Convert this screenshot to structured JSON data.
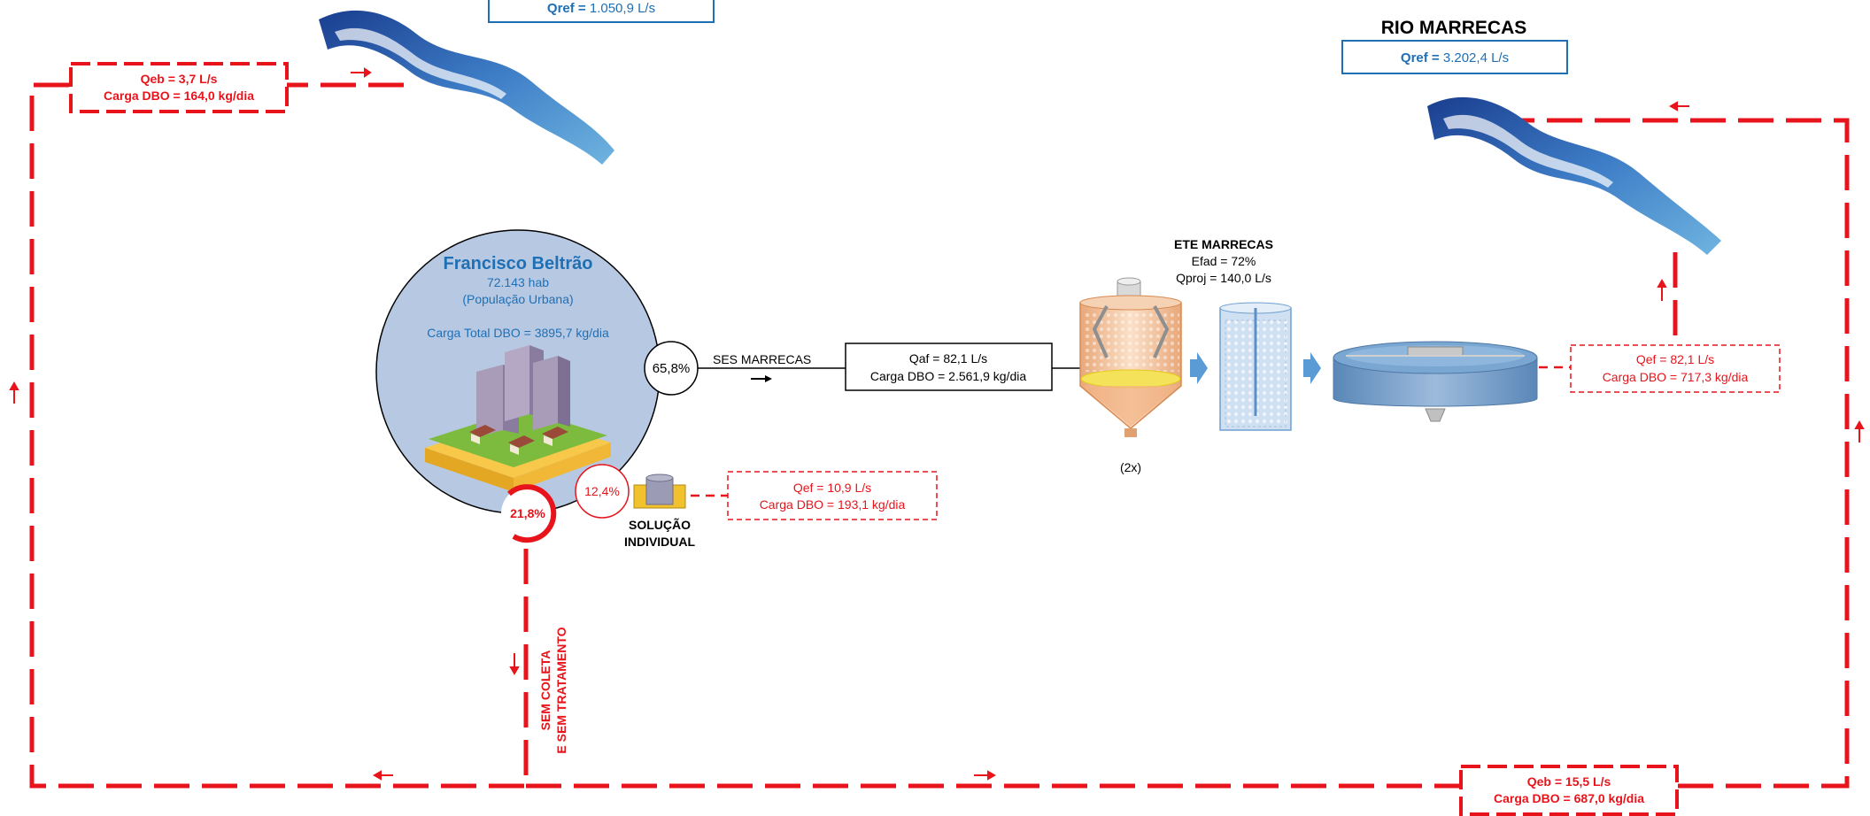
{
  "river_left": {
    "qref_label": "Qref =",
    "qref_value": "1.050,9 L/s"
  },
  "river_right": {
    "title": "RIO MARRECAS",
    "qref_label": "Qref =",
    "qref_value": "3.202,4 L/s"
  },
  "top_left_box": {
    "line1": "Qeb = 3,7 L/s",
    "line2": "Carga DBO = 164,0 kg/dia"
  },
  "city": {
    "name": "Francisco Beltrão",
    "population": "72.143 hab",
    "population_note": "(População Urbana)",
    "load": "Carga Total DBO = 3895,7 kg/dia"
  },
  "pct_ses": "65,8%",
  "pct_individual": "12,4%",
  "pct_sem_coleta": "21,8%",
  "ses_label": "SES MARRECAS",
  "qaf_box": {
    "line1": "Qaf = 82,1 L/s",
    "line2": "Carga DBO = 2.561,9 kg/dia"
  },
  "ete": {
    "title": "ETE MARRECAS",
    "efad": "Efad = 72%",
    "qproj": "Qproj = 140,0 L/s",
    "reactor_count": "(2x)"
  },
  "qef_right_box": {
    "line1": "Qef = 82,1 L/s",
    "line2": "Carga DBO = 717,3 kg/dia"
  },
  "individual": {
    "label_line1": "SOLUÇÃO",
    "label_line2": "INDIVIDUAL"
  },
  "qef_ind_box": {
    "line1": "Qef = 10,9 L/s",
    "line2": "Carga DBO = 193,1 kg/dia"
  },
  "sem_coleta": {
    "line1": "SEM COLETA",
    "line2": "E SEM TRATAMENTO"
  },
  "bottom_box": {
    "line1": "Qeb = 15,5 L/s",
    "line2": "Carga DBO = 687,0 kg/dia"
  },
  "colors": {
    "red": "#e8141b",
    "blue_text": "#1f6fb5",
    "circle_fill": "#b7c9e2"
  }
}
